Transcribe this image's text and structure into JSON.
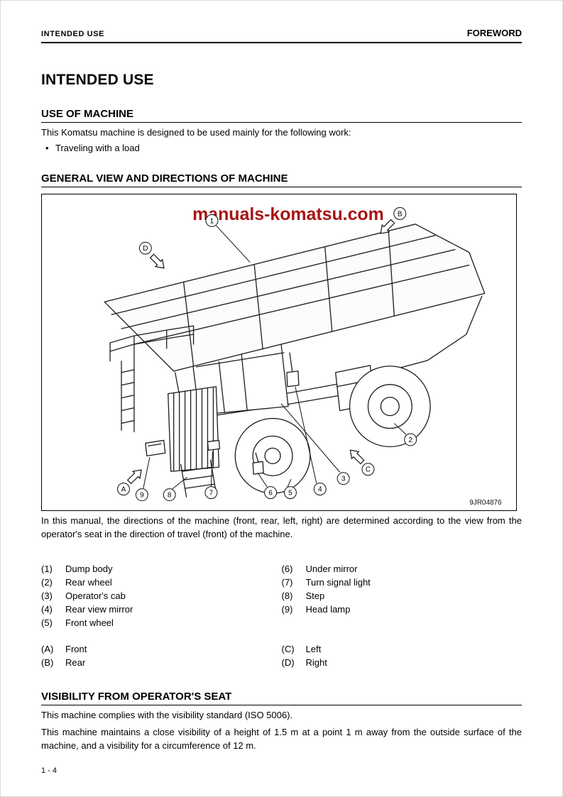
{
  "page": {
    "header_left": "INTENDED USE",
    "header_right": "FOREWORD",
    "title": "INTENDED USE",
    "footer": "1 - 4"
  },
  "use_of_machine": {
    "heading": "USE OF MACHINE",
    "intro": "This Komatsu machine is designed to be used mainly for the following work:",
    "bullet_marker": "•",
    "bullet": "Traveling with a load"
  },
  "general_view": {
    "heading": "GENERAL VIEW AND DIRECTIONS OF MACHINE",
    "caption": "In this manual, the directions of the machine (front, rear, left, right) are determined according to the view from the operator's seat in the direction of travel (front) of the machine.",
    "figure": {
      "watermark": "manuals-komatsu.com",
      "watermark_color": "#a81414",
      "code": "9JR04876",
      "callouts": [
        {
          "label": "1"
        },
        {
          "label": "2"
        },
        {
          "label": "3"
        },
        {
          "label": "4"
        },
        {
          "label": "5"
        },
        {
          "label": "6"
        },
        {
          "label": "7"
        },
        {
          "label": "8"
        },
        {
          "label": "9"
        },
        {
          "label": "A"
        },
        {
          "label": "B"
        },
        {
          "label": "C"
        },
        {
          "label": "D"
        }
      ]
    },
    "parts": [
      {
        "num": "(1)",
        "label": "Dump body"
      },
      {
        "num": "(2)",
        "label": "Rear wheel"
      },
      {
        "num": "(3)",
        "label": "Operator's cab"
      },
      {
        "num": "(4)",
        "label": "Rear view mirror"
      },
      {
        "num": "(5)",
        "label": "Front wheel"
      },
      {
        "num": "(6)",
        "label": "Under mirror"
      },
      {
        "num": "(7)",
        "label": "Turn signal light"
      },
      {
        "num": "(8)",
        "label": "Step"
      },
      {
        "num": "(9)",
        "label": "Head lamp"
      }
    ],
    "directions": [
      {
        "num": "(A)",
        "label": "Front"
      },
      {
        "num": "(B)",
        "label": "Rear"
      },
      {
        "num": "(C)",
        "label": "Left"
      },
      {
        "num": "(D)",
        "label": "Right"
      }
    ]
  },
  "visibility": {
    "heading": "VISIBILITY FROM OPERATOR'S SEAT",
    "para1": "This machine complies with the visibility standard (ISO 5006).",
    "para2": "This machine maintains a close visibility of a height of 1.5 m at a point 1 m away from the outside surface of the machine, and a visibility for a circumference of 12 m."
  }
}
